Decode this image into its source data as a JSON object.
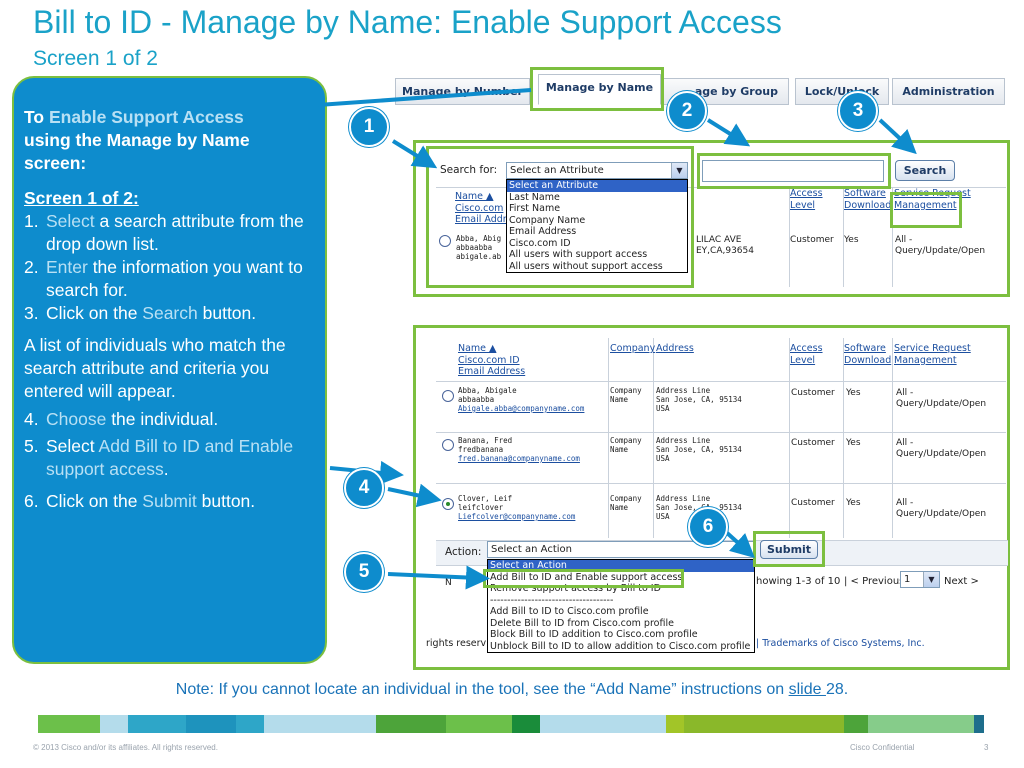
{
  "header": {
    "title": "Bill to ID - Manage by Name: Enable Support Access",
    "subtitle": "Screen 1 of 2"
  },
  "panel": {
    "intro_to": "To ",
    "intro_hl": "Enable Support Access",
    "intro_rest": "using the Manage by Name screen:",
    "screen_label": "Screen 1 of 2:",
    "step1_num": "1.",
    "step1_hl": "Select",
    "step1_rest": " a search attribute from the drop down list.",
    "step2_num": "2.",
    "step2_hl": "Enter",
    "step2_rest": " the information you want to search for.",
    "step3_num": "3.",
    "step3_pre": "Click on the ",
    "step3_hl": "Search",
    "step3_rest": " button.",
    "list_text": "A list of individuals who match the search attribute and criteria you entered will appear.",
    "step4_num": "4.",
    "step4_hl": "Choose",
    "step4_rest": " the individual.",
    "step5_num": "5.",
    "step5_pre": "Select ",
    "step5_hl": "Add Bill to ID and Enable support access",
    "step5_rest": ".",
    "step6_num": "6.",
    "step6_pre": "Click on the ",
    "step6_hl": "Submit",
    "step6_rest": " button."
  },
  "tabs": [
    {
      "label": "Manage by Number"
    },
    {
      "label": "Manage by Name"
    },
    {
      "label": "age by Group"
    },
    {
      "label": "Lock/Unlock"
    },
    {
      "label": "Administration"
    }
  ],
  "search": {
    "label": "Search for:",
    "selected": "Select an Attribute",
    "options": [
      "Select an Attribute",
      "Last Name",
      "First Name",
      "Company Name",
      "Email Address",
      "Cisco.com ID",
      "All users with support access",
      "All users without support access"
    ],
    "button": "Search"
  },
  "top_table": {
    "name_header": [
      "Name ▲",
      "Cisco.com",
      "Email Addr"
    ],
    "access_header": [
      "Access",
      "Level"
    ],
    "software_header": [
      "Software",
      "Download"
    ],
    "service_header": [
      "Service Request",
      "Management"
    ],
    "row": {
      "name": [
        "Abba, Abig",
        "abbaabba",
        "abigale.ab"
      ],
      "address": [
        "LILAC AVE",
        "EY,CA,93654"
      ],
      "access": "Customer",
      "software": "Yes",
      "service": [
        "All -",
        "Query/Update/Open"
      ]
    }
  },
  "results": {
    "headers": {
      "name": [
        "Name ▲",
        "Cisco.com ID",
        "Email Address"
      ],
      "company": "Company",
      "address": "Address",
      "access": [
        "Access",
        "Level"
      ],
      "software": [
        "Software",
        "Download"
      ],
      "service": [
        "Service Request",
        "Management"
      ]
    },
    "rows": [
      {
        "name": "Abba, Abigale",
        "id": "abbaabba",
        "email": "Abigale.abba@companyname.com",
        "company": [
          "Company",
          "Name"
        ],
        "address": [
          "Address Line",
          "San Jose, CA, 95134",
          "USA"
        ],
        "access": "Customer",
        "software": "Yes",
        "service": [
          "All -",
          "Query/Update/Open"
        ]
      },
      {
        "name": "Banana, Fred",
        "id": "fredbanana",
        "email": "fred.banana@companyname.com",
        "company": [
          "Company",
          "Name"
        ],
        "address": [
          "Address Line",
          "San Jose, CA, 95134",
          "USA"
        ],
        "access": "Customer",
        "software": "Yes",
        "service": [
          "All -",
          "Query/Update/Open"
        ]
      },
      {
        "name": "Clover, Leif",
        "id": "leifclover",
        "email": "Liefcolver@companyname.com",
        "company": [
          "Company",
          "Name"
        ],
        "address": [
          "Address Line",
          "San Jose, CA, 95134",
          "USA"
        ],
        "access": "Customer",
        "software": "Yes",
        "service": [
          "All -",
          "Query/Update/Open"
        ]
      }
    ],
    "action_label": "Action:",
    "action_selected": "Select an Action",
    "action_options": [
      "Select an Action",
      "Add Bill to ID and Enable support access",
      "Remove support access by Bill to ID",
      "------------------------------------",
      "Add Bill to ID to Cisco.com profile",
      "Delete Bill to ID from Cisco.com profile",
      "Block Bill to ID addition to Cisco.com profile",
      "Unblock Bill to ID to allow addition to Cisco.com profile"
    ],
    "submit": "Submit",
    "showing": "howing 1-3 of 10",
    "prev": "| < Previous",
    "page": "1",
    "next": "Next >",
    "footer_left": "rights reserv",
    "footer_right": "| Trademarks of Cisco Systems, Inc.",
    "partial_left": "N"
  },
  "callouts": [
    "1",
    "2",
    "3",
    "4",
    "5",
    "6"
  ],
  "note": {
    "prefix": "Note: If you cannot locate an individual in the tool, see the ",
    "quoted": "“Add Name”",
    "middle": " instructions on ",
    "link": "slide ",
    "suffix": "28."
  },
  "footer": {
    "copyright": "© 2013 Cisco and/or its affiliates. All rights reserved.",
    "confidential": "Cisco Confidential",
    "page": "3"
  },
  "colors": {
    "accent_blue": "#1aa2c8",
    "panel_blue": "#0e8ccd",
    "highlight_green": "#7cbf3f"
  }
}
